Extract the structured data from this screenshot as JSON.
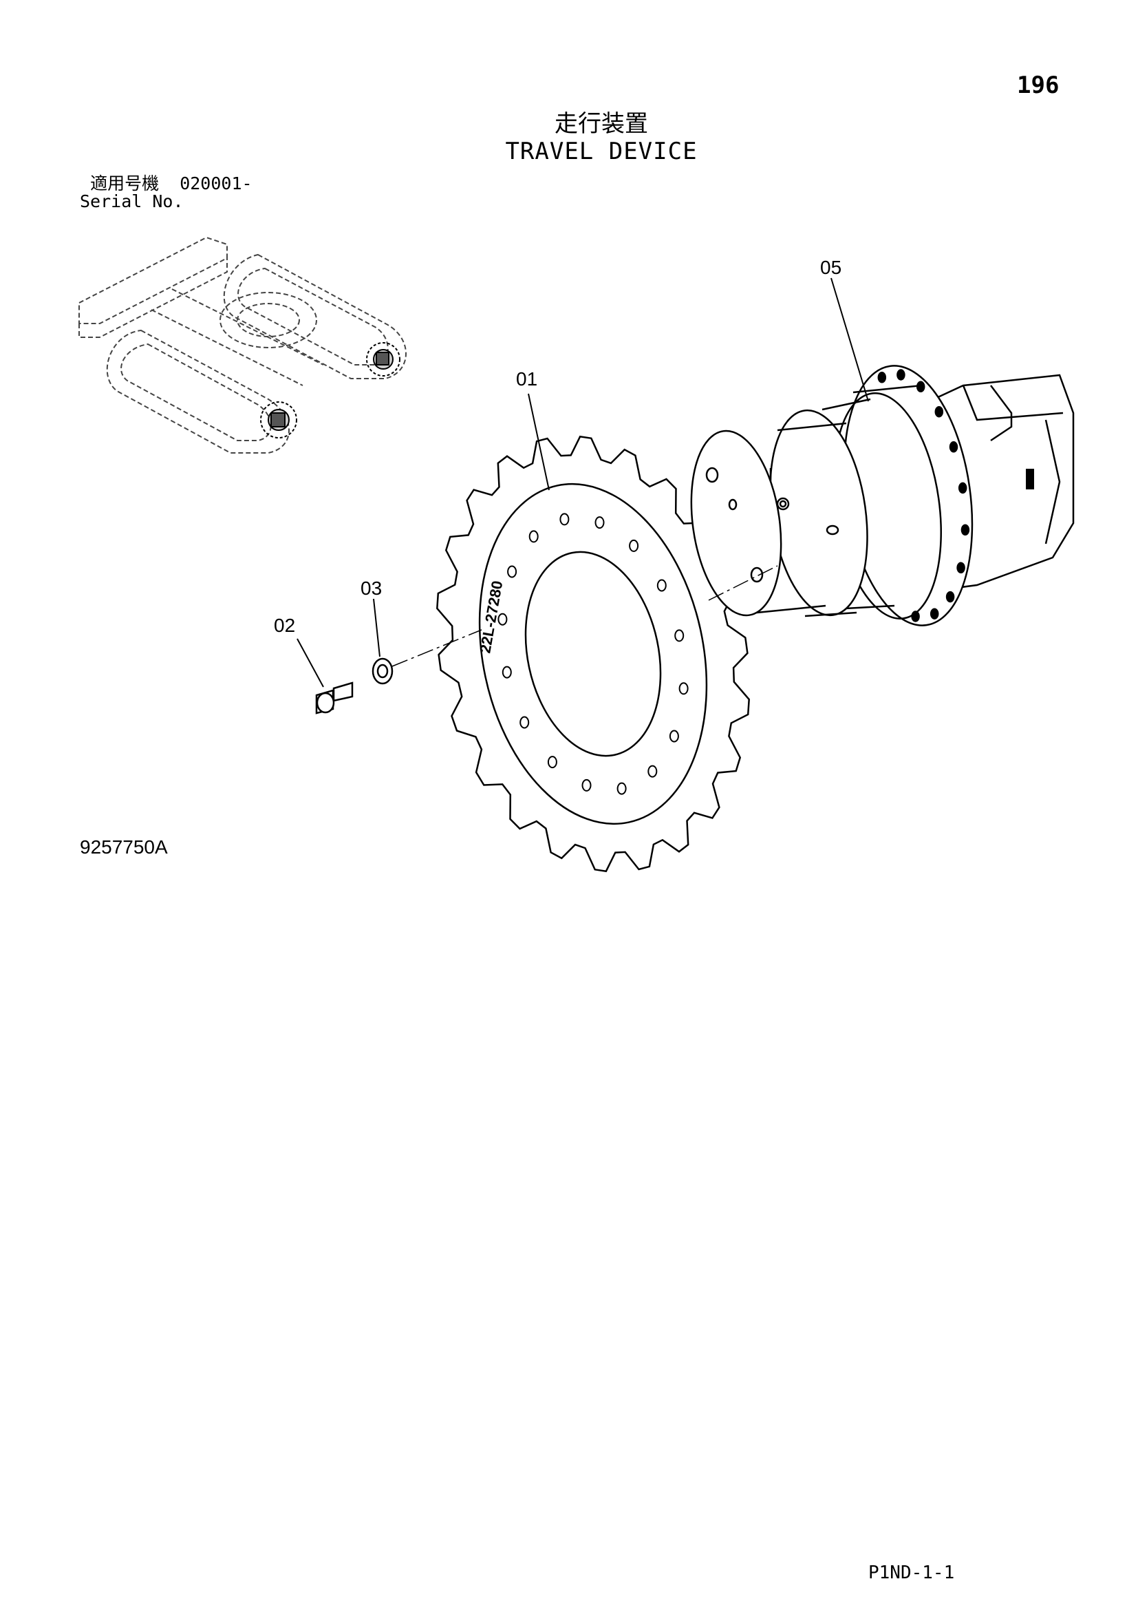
{
  "page": {
    "number": "196",
    "title_jp": "走行装置",
    "title_en": "TRAVEL DEVICE",
    "serial_label_jp": "適用号機",
    "serial_value": "020001-",
    "serial_label_en": "Serial No.",
    "drawing_id": "9257750A",
    "footer_code": "P1ND-1-1"
  },
  "callouts": [
    {
      "id": "01",
      "part": "sprocket"
    },
    {
      "id": "02",
      "part": "bolt"
    },
    {
      "id": "03",
      "part": "washer"
    },
    {
      "id": "05",
      "part": "travel-motor"
    }
  ],
  "sprocket_marking": "22L-27280"
}
